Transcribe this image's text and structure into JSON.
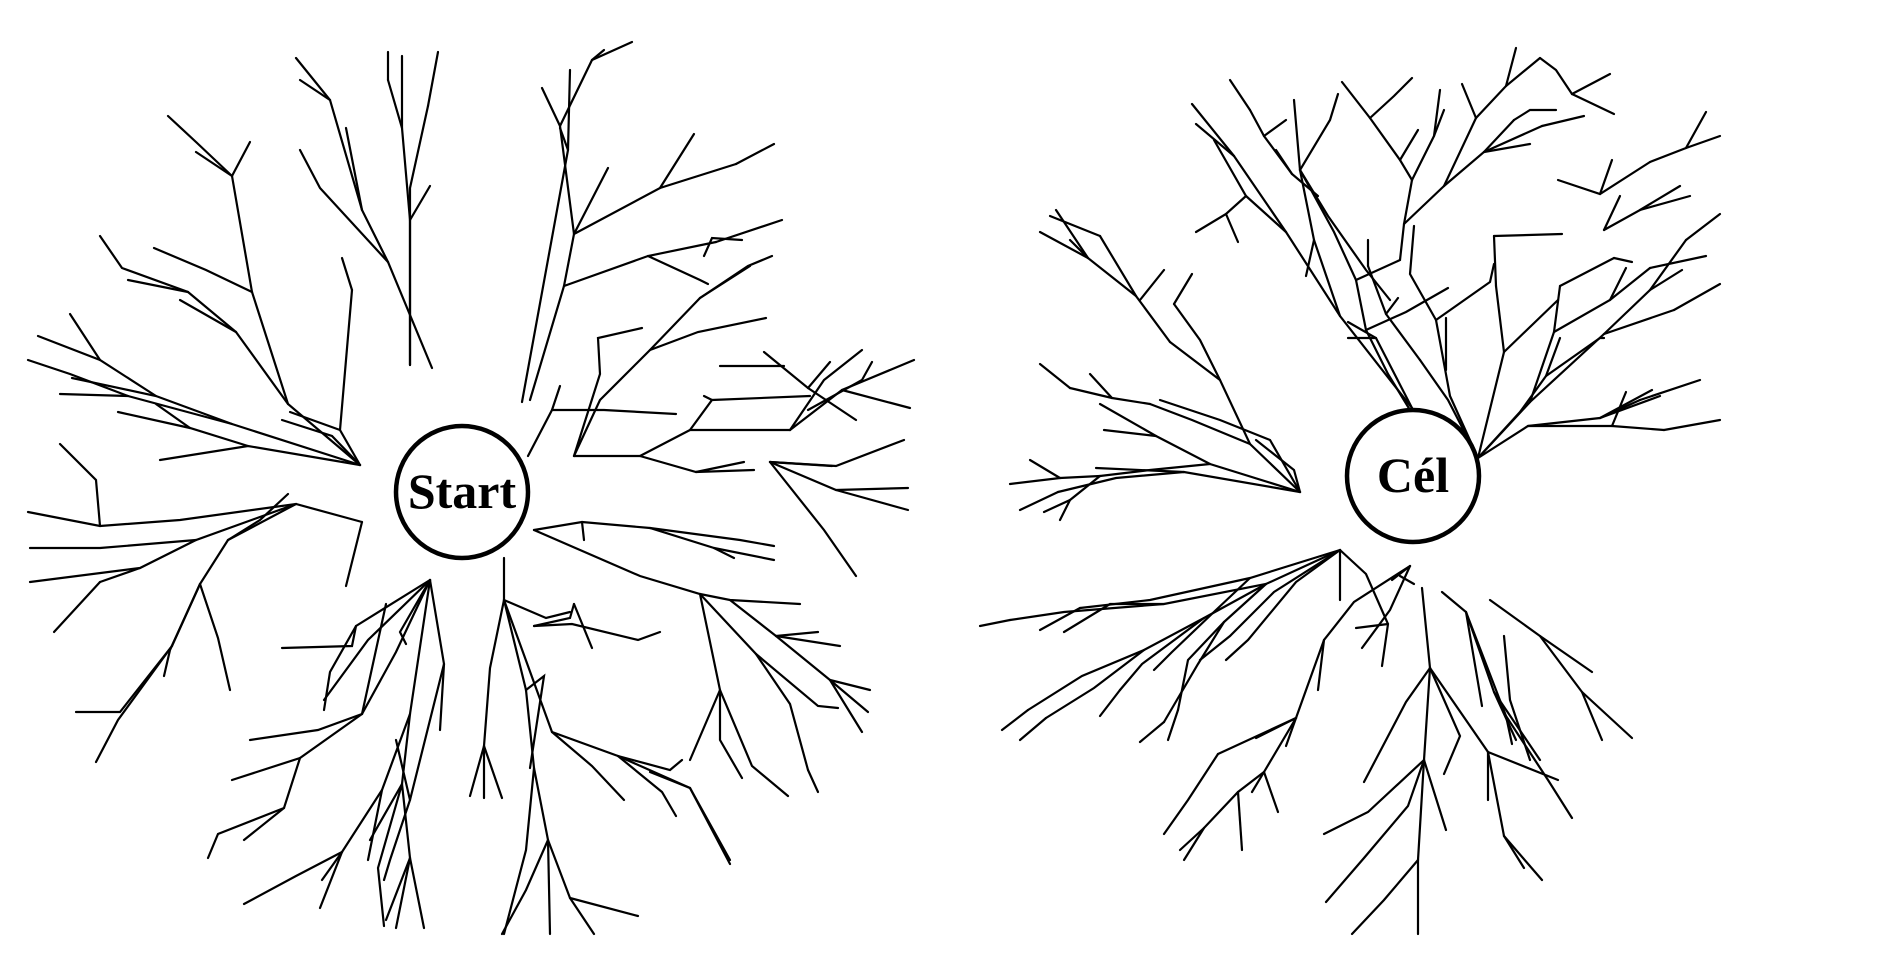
{
  "colors": {
    "background": "#ffffff",
    "ink": "#000000"
  },
  "diagrams": [
    {
      "id": "start-tree",
      "center_label": "Start"
    },
    {
      "id": "goal-tree",
      "center_label": "Cél"
    }
  ]
}
